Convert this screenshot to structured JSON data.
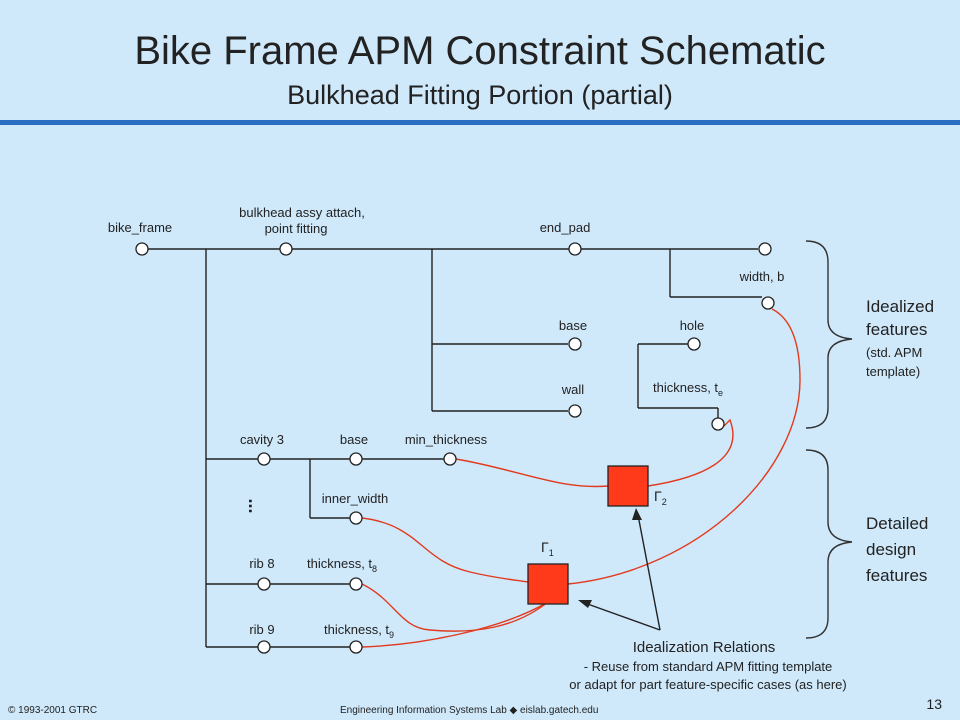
{
  "slide": {
    "title": "Bike Frame APM Constraint Schematic",
    "subtitle": "Bulkhead Fitting Portion (partial)",
    "page_number": "13"
  },
  "footer": {
    "copyright": "© 1993-2001  GTRC",
    "lab": "Engineering Information Systems Lab ◆ eislab.gatech.edu"
  },
  "labels": {
    "bike_frame": "bike_frame",
    "bulkhead_1": "bulkhead assy attach,",
    "bulkhead_2": "point fitting",
    "end_pad": "end_pad",
    "width": "width, b",
    "base_top": "base",
    "hole": "hole",
    "wall": "wall",
    "thickness_e": "thickness, t",
    "thickness_e_sub": "e",
    "cavity3": "cavity 3",
    "base_cav": "base",
    "min_thickness": "min_thickness",
    "inner_width": "inner_width",
    "ellipsis": "...",
    "rib8": "rib 8",
    "thickness_8": "thickness, t",
    "thickness_8_sub": "8",
    "rib9": "rib 9",
    "thickness_9": "thickness, t",
    "thickness_9_sub": "9",
    "gamma1": "Γ",
    "gamma1_sub": "1",
    "gamma2": "Γ",
    "gamma2_sub": "2"
  },
  "braces": {
    "idealized_1": "Idealized",
    "idealized_2": "features",
    "idealized_note_1": "(std. APM",
    "idealized_note_2": "template)",
    "detailed_1": "Detailed",
    "detailed_2": "design",
    "detailed_3": "features"
  },
  "relations": {
    "heading": "Idealization Relations",
    "line1": "- Reuse from standard APM fitting template",
    "line2": "or adapt for part feature-specific cases (as here)"
  },
  "colors": {
    "background": "#cfe9fb",
    "title_rule": "#2a6fc2",
    "relation_box": "#ff3a1a",
    "relation_link": "#e23a1e"
  }
}
